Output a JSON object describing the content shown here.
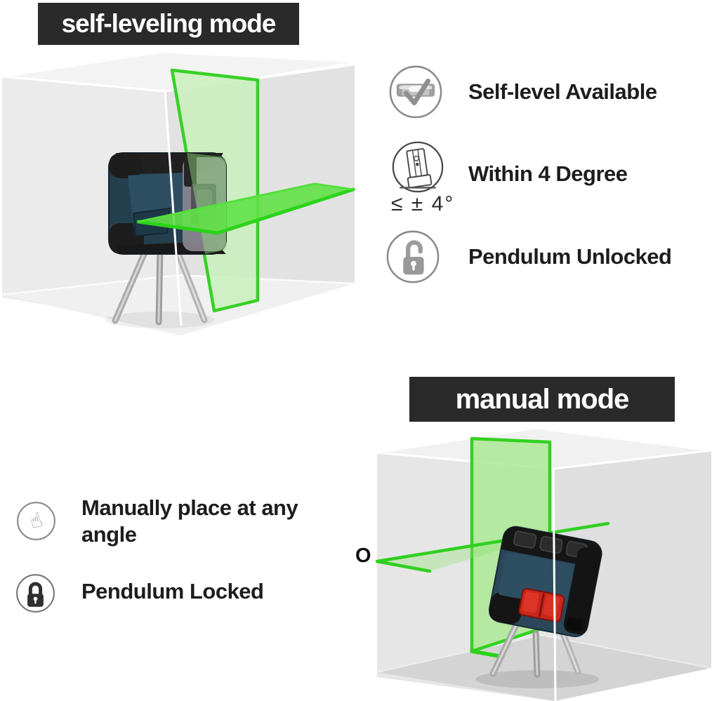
{
  "self_leveling_section": {
    "title": "self-leveling mode",
    "features": [
      {
        "icon": "spirit-level-check-icon",
        "label": "Self-level Available"
      },
      {
        "icon": "tilt-range-icon",
        "label": "Within 4 Degree",
        "note": "≤ ± 4°"
      },
      {
        "icon": "padlock-open-icon",
        "label": "Pendulum Unlocked"
      }
    ]
  },
  "manual_section": {
    "title": "manual mode",
    "point_label": "O",
    "features": [
      {
        "icon": "hand-pointer-icon",
        "label": "Manually place at any angle"
      },
      {
        "icon": "padlock-closed-icon",
        "label": "Pendulum Locked"
      }
    ]
  },
  "icon_glyphs": {
    "hand_pointer": "☝"
  },
  "colors": {
    "title_bar_bg": "#2a2a2a",
    "title_text": "#ffffff",
    "body_text": "#1d1d1d",
    "laser_green_edge": "#38d026",
    "laser_green_fill": "#c9efbd",
    "device_body_navy": "#2b4759",
    "device_button_red": "#c9271c",
    "room_wall_gray": "#e7e7e7",
    "tripod_silver": "#b6b6b6",
    "icon_gray": "#8a8a8a"
  }
}
